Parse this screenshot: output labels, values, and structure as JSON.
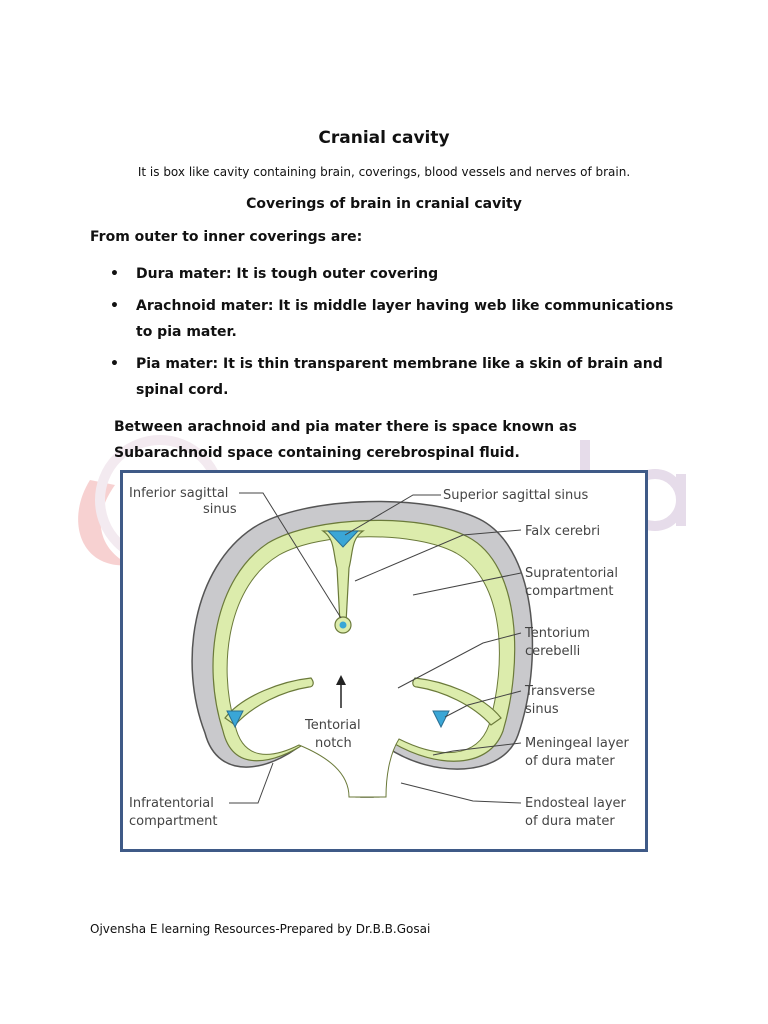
{
  "document": {
    "title": "Cranial cavity",
    "intro": "It is box like cavity containing brain, coverings, blood vessels and nerves of brain.",
    "section_heading": "Coverings of brain in cranial cavity",
    "lead": "From outer to inner coverings are:",
    "bullets": [
      "Dura mater: It is tough outer covering",
      "Arachnoid mater: It is middle layer having web like communications to pia mater.",
      "Pia mater: It is thin transparent membrane like a skin of brain and spinal cord."
    ],
    "paragraph": "Between arachnoid and pia mater there is space known as Subarachnoid space containing cerebrospinal fluid.",
    "footer": "Ojvensha E learning Resources-Prepared by Dr.B.B.Gosai"
  },
  "figure": {
    "labels": {
      "inferior_sagittal_sinus_1": "Inferior sagittal",
      "inferior_sagittal_sinus_2": "sinus",
      "superior_sagittal_sinus": "Superior sagittal sinus",
      "falx_cerebri": "Falx cerebri",
      "supratentorial_1": "Supratentorial",
      "supratentorial_2": "compartment",
      "tentorium_1": "Tentorium",
      "tentorium_2": "cerebelli",
      "transverse_1": "Transverse",
      "transverse_2": "sinus",
      "tentorial_notch_1": "Tentorial",
      "tentorial_notch_2": "notch",
      "meningeal_1": "Meningeal layer",
      "meningeal_2": "of dura mater",
      "infratentorial_1": "Infratentorial",
      "infratentorial_2": "compartment",
      "endosteal_1": "Endosteal layer",
      "endosteal_2": "of dura mater"
    },
    "colors": {
      "bone": "#c9c9cc",
      "dura": "#dcecac",
      "sinus": "#3aa6d6",
      "border": "#3f5a87"
    }
  },
  "watermark": {
    "colors": {
      "swoosh": "#f5c6c6",
      "letters": "#e6dcea"
    }
  }
}
